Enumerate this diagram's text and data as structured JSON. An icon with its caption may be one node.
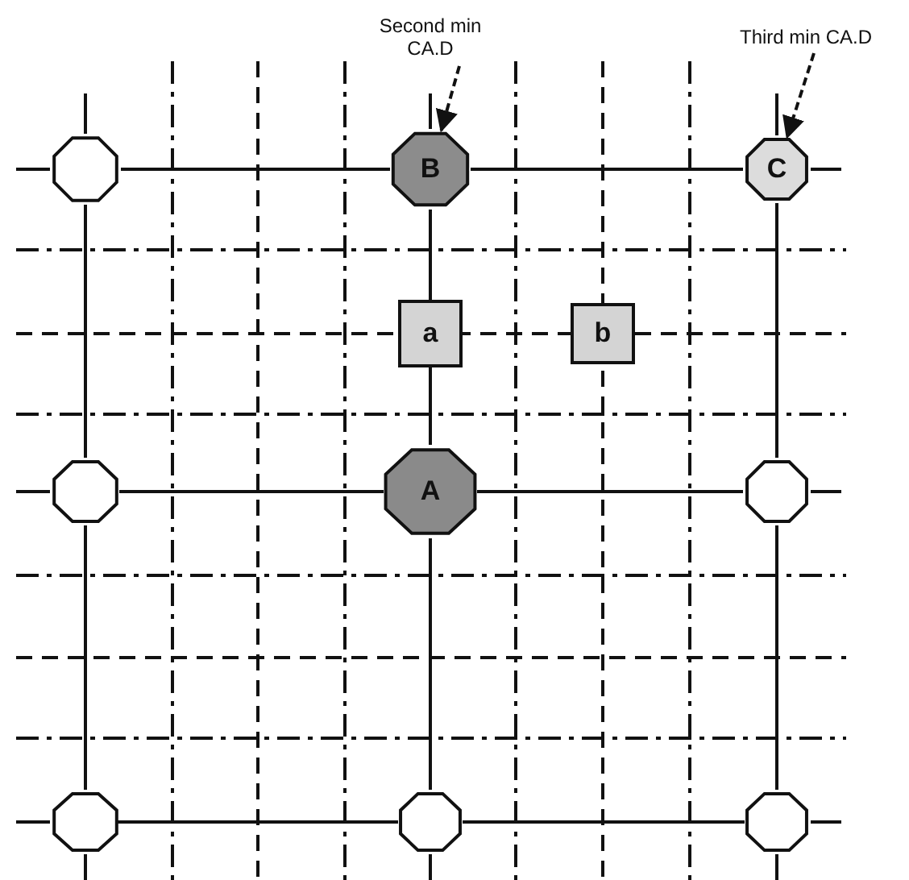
{
  "diagram": {
    "nodes": [
      {
        "text": [
          "Second min CA.D"
        ]
      },
      {
        "text": [
          "Third min CA.D"
        ]
      },
      {
        "text": [],
        "shape": "octagon"
      },
      {
        "text": [
          "B"
        ]
      },
      {
        "text": [
          "C"
        ]
      },
      {
        "text": [
          "a"
        ]
      },
      {
        "text": [
          "b"
        ]
      },
      {
        "text": [],
        "shape": "octagon"
      },
      {
        "text": [
          "A"
        ]
      },
      {
        "text": [],
        "shape": "octagon"
      },
      {
        "text": [],
        "shape": "octagon"
      },
      {
        "text": [],
        "shape": "octagon"
      },
      {
        "text": [],
        "shape": "octagon"
      }
    ],
    "edges": [
      {
        "from": 0,
        "to": 3,
        "arrow": "to",
        "style": "dashed"
      },
      {
        "from": 1,
        "to": 4,
        "arrow": "to",
        "style": "dashed"
      },
      {
        "from": 2,
        "to": 3,
        "arrow": "none"
      },
      {
        "from": 3,
        "to": 4,
        "arrow": "none"
      },
      {
        "from": 2,
        "to": 7,
        "arrow": "none"
      },
      {
        "from": 3,
        "to": 5,
        "arrow": "none"
      },
      {
        "from": 4,
        "to": 9,
        "arrow": "none"
      },
      {
        "from": 5,
        "to": 8,
        "arrow": "none"
      },
      {
        "from": 7,
        "to": 8,
        "arrow": "none"
      },
      {
        "from": 8,
        "to": 9,
        "arrow": "none"
      },
      {
        "from": 7,
        "to": 10,
        "arrow": "none"
      },
      {
        "from": 8,
        "to": 11,
        "arrow": "none"
      },
      {
        "from": 9,
        "to": 12,
        "arrow": "none"
      },
      {
        "from": 10,
        "to": 11,
        "arrow": "none"
      },
      {
        "from": 11,
        "to": 12,
        "arrow": "none"
      }
    ]
  }
}
